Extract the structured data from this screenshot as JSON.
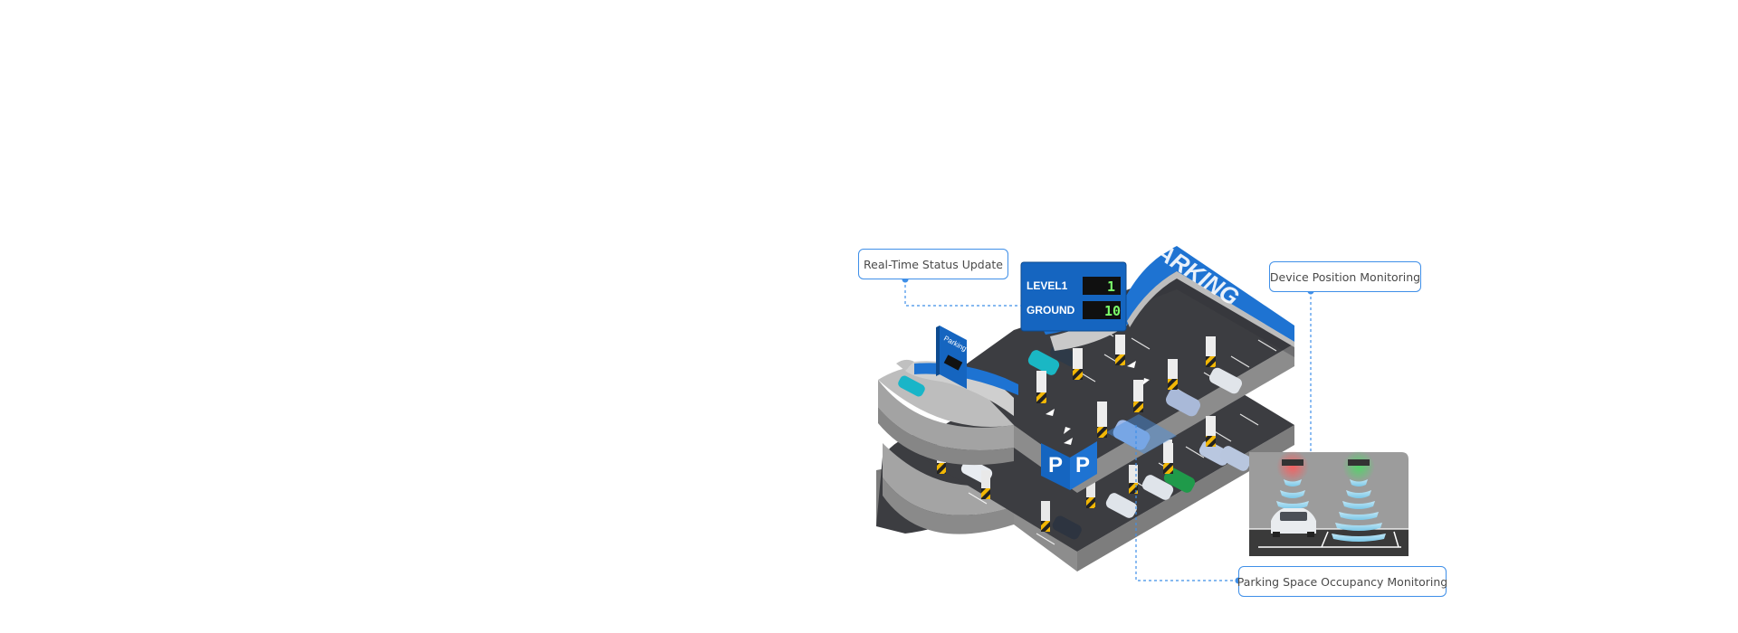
{
  "callouts": {
    "status_update": "Real-Time Status Update",
    "device_position": "Device Position Monitoring",
    "occupancy": "Parking Space Occupancy Monitoring"
  },
  "display_board": {
    "row1_label": "LEVEL1",
    "row1_value": "1",
    "row2_label": "GROUND",
    "row2_value": "10"
  },
  "roof_sign": "PARKING",
  "small_sign": "Parking",
  "entrance_sign": [
    "P",
    "P"
  ],
  "colors": {
    "accent": "#3f8fe8",
    "sign_blue": "#1565c0",
    "roof_blue": "#1e73d2",
    "asphalt": "#3c3d41",
    "wall_gray": "#9a9a9a",
    "digit_green": "#7cff6b",
    "sensor_occupied": "#e53935",
    "sensor_free": "#43a047",
    "beam": "#8fd0ec"
  }
}
